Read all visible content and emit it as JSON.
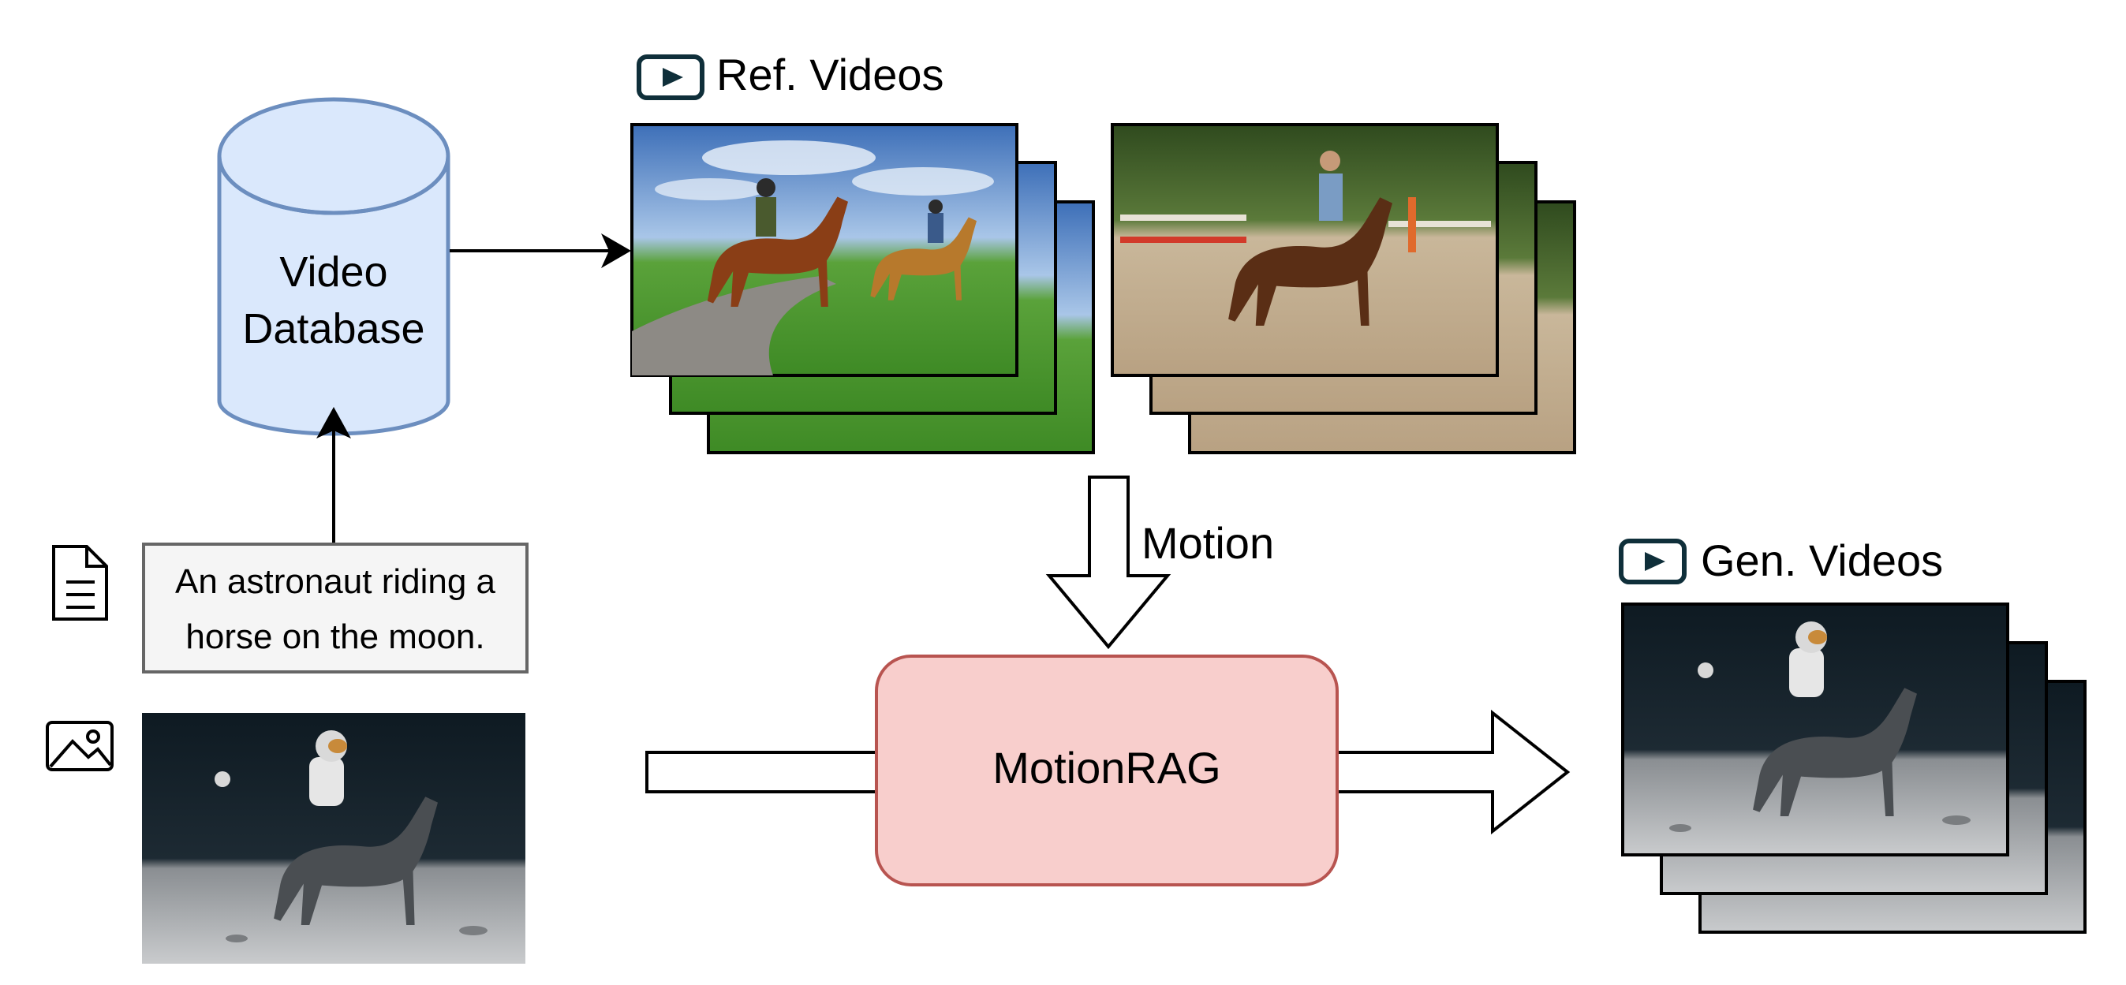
{
  "database": {
    "line1": "Video",
    "line2": "Database"
  },
  "ref_videos": {
    "label": "Ref. Videos"
  },
  "prompt": {
    "line1": "An astronaut riding a",
    "line2": "horse on the moon."
  },
  "motion": {
    "label": "Motion"
  },
  "model": {
    "label": "MotionRAG"
  },
  "gen_videos": {
    "label": "Gen. Videos"
  },
  "colors": {
    "database_fill": "#dae8fc",
    "database_stroke": "#6c8ebf",
    "model_fill": "#f8cecc",
    "model_stroke": "#b85450",
    "prompt_fill": "#f5f5f5",
    "prompt_stroke": "#666666",
    "icon_stroke": "#0f2f3a"
  },
  "icons": [
    "document-icon",
    "image-icon",
    "video-play-icon"
  ]
}
